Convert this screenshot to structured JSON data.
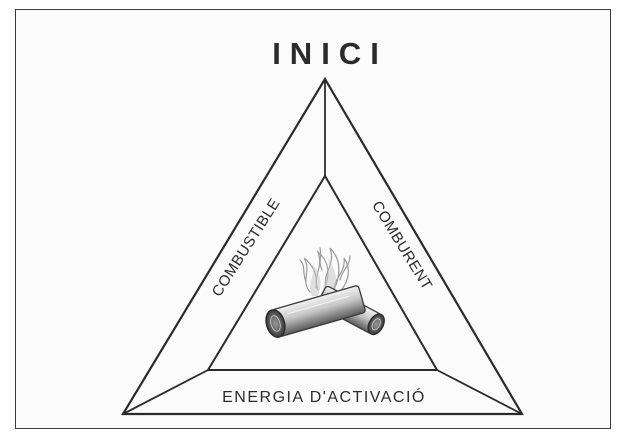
{
  "diagram": {
    "title": "INICI",
    "sides": {
      "left": "COMBUSTIBLE",
      "right": "COMBURENT",
      "bottom": "ENERGIA D'ACTIVACIÓ"
    },
    "center_image": "campfire-logs-icon",
    "colors": {
      "ink": "#2b2b2b",
      "frame": "#3a3a3a",
      "log_light": "#d9d9d9",
      "log_dark": "#6e6e6e"
    }
  }
}
